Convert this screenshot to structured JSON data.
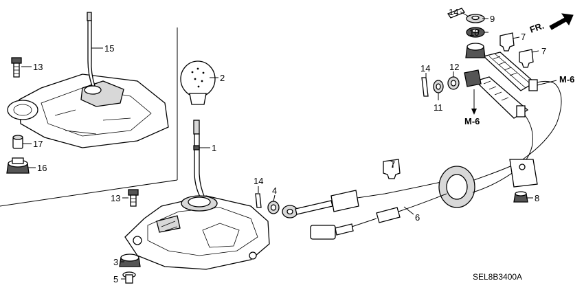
{
  "callouts": [
    {
      "id": "15",
      "text": "15"
    },
    {
      "id": "13a",
      "text": "13"
    },
    {
      "id": "17",
      "text": "17"
    },
    {
      "id": "16",
      "text": "16"
    },
    {
      "id": "2",
      "text": "2"
    },
    {
      "id": "1",
      "text": "1"
    },
    {
      "id": "13b",
      "text": "13"
    },
    {
      "id": "3",
      "text": "3"
    },
    {
      "id": "5",
      "text": "5"
    },
    {
      "id": "14a",
      "text": "14"
    },
    {
      "id": "4",
      "text": "4"
    },
    {
      "id": "7a",
      "text": "7"
    },
    {
      "id": "6",
      "text": "6"
    },
    {
      "id": "8",
      "text": "8"
    },
    {
      "id": "14b",
      "text": "14"
    },
    {
      "id": "9",
      "text": "9"
    },
    {
      "id": "10",
      "text": "10"
    },
    {
      "id": "7b",
      "text": "7"
    },
    {
      "id": "7c",
      "text": "7"
    },
    {
      "id": "14c",
      "text": "14"
    },
    {
      "id": "12",
      "text": "12"
    },
    {
      "id": "11",
      "text": "11"
    }
  ],
  "references": {
    "m6_right": "M-6",
    "m6_lower": "M-6",
    "front_arrow": "FR."
  },
  "diagram_code": "SEL8B3400A"
}
